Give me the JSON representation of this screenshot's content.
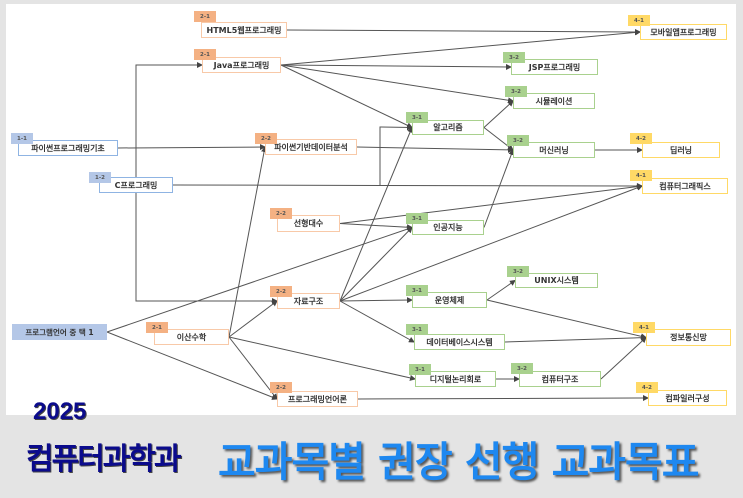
{
  "header": {
    "year": "2025",
    "department": "컴퓨터과학과",
    "title": "교과목별 권장 선행 교과목표"
  },
  "colors": {
    "level1": "#b4c7e7",
    "level2": "#f4b183",
    "level3": "#a9d18e",
    "level4": "#ffd966",
    "title": "#1e88f0",
    "navy": "#0b0b8c"
  },
  "nodes": [
    {
      "id": "py",
      "code": "1-1",
      "label": "파이썬프로그래밍기초",
      "level": 1
    },
    {
      "id": "c",
      "code": "1-2",
      "label": "C프로그래밍",
      "level": 1
    },
    {
      "id": "choice",
      "code": "",
      "label": "프로그램언어 중 택 1",
      "level": 1
    },
    {
      "id": "html5",
      "code": "2-1",
      "label": "HTML5웹프로그래밍",
      "level": 2
    },
    {
      "id": "java",
      "code": "2-1",
      "label": "Java프로그래밍",
      "level": 2
    },
    {
      "id": "pyda",
      "code": "2-2",
      "label": "파이썬기반데이터분석",
      "level": 2
    },
    {
      "id": "linalg",
      "code": "2-2",
      "label": "선형대수",
      "level": 2
    },
    {
      "id": "ds",
      "code": "2-2",
      "label": "자료구조",
      "level": 2
    },
    {
      "id": "discrete",
      "code": "2-1",
      "label": "이산수학",
      "level": 2
    },
    {
      "id": "pl",
      "code": "2-2",
      "label": "프로그래밍언어론",
      "level": 2
    },
    {
      "id": "algo",
      "code": "3-1",
      "label": "알고리즘",
      "level": 3
    },
    {
      "id": "ai",
      "code": "3-1",
      "label": "인공지능",
      "level": 3
    },
    {
      "id": "os",
      "code": "3-1",
      "label": "운영체제",
      "level": 3
    },
    {
      "id": "db",
      "code": "3-1",
      "label": "데이터베이스시스템",
      "level": 3
    },
    {
      "id": "logic",
      "code": "3-1",
      "label": "디지털논리회로",
      "level": 3
    },
    {
      "id": "jsp",
      "code": "3-2",
      "label": "JSP프로그래밍",
      "level": 3
    },
    {
      "id": "sim",
      "code": "3-2",
      "label": "시뮬레이션",
      "level": 3
    },
    {
      "id": "ml",
      "code": "3-2",
      "label": "머신러닝",
      "level": 3
    },
    {
      "id": "unix",
      "code": "3-2",
      "label": "UNIX시스템",
      "level": 3
    },
    {
      "id": "arch",
      "code": "3-2",
      "label": "컴퓨터구조",
      "level": 3
    },
    {
      "id": "mobile",
      "code": "4-1",
      "label": "모바일앱프로그래밍",
      "level": 4
    },
    {
      "id": "dl",
      "code": "4-2",
      "label": "딥러닝",
      "level": 4
    },
    {
      "id": "cg",
      "code": "4-1",
      "label": "컴퓨터그래픽스",
      "level": 4
    },
    {
      "id": "net",
      "code": "4-1",
      "label": "정보통신망",
      "level": 4
    },
    {
      "id": "compiler",
      "code": "4-2",
      "label": "컴파일러구성",
      "level": 4
    }
  ],
  "edges": [
    [
      "html5",
      "mobile"
    ],
    [
      "java",
      "mobile"
    ],
    [
      "java",
      "jsp"
    ],
    [
      "java",
      "sim"
    ],
    [
      "java",
      "algo"
    ],
    [
      "py",
      "pyda"
    ],
    [
      "pyda",
      "ml"
    ],
    [
      "c",
      "cg"
    ],
    [
      "c",
      "algo"
    ],
    [
      "c",
      "java"
    ],
    [
      "c",
      "ds"
    ],
    [
      "algo",
      "sim"
    ],
    [
      "algo",
      "ml"
    ],
    [
      "ai",
      "ml"
    ],
    [
      "ml",
      "dl"
    ],
    [
      "linalg",
      "cg"
    ],
    [
      "linalg",
      "ai"
    ],
    [
      "ds",
      "algo"
    ],
    [
      "ds",
      "ai"
    ],
    [
      "ds",
      "cg"
    ],
    [
      "ds",
      "os"
    ],
    [
      "ds",
      "db"
    ],
    [
      "discrete",
      "pyda"
    ],
    [
      "discrete",
      "ds"
    ],
    [
      "discrete",
      "pl"
    ],
    [
      "discrete",
      "logic"
    ],
    [
      "choice",
      "ai"
    ],
    [
      "choice",
      "pl"
    ],
    [
      "os",
      "unix"
    ],
    [
      "os",
      "net"
    ],
    [
      "db",
      "net"
    ],
    [
      "logic",
      "arch"
    ],
    [
      "arch",
      "net"
    ],
    [
      "pl",
      "compiler"
    ]
  ]
}
